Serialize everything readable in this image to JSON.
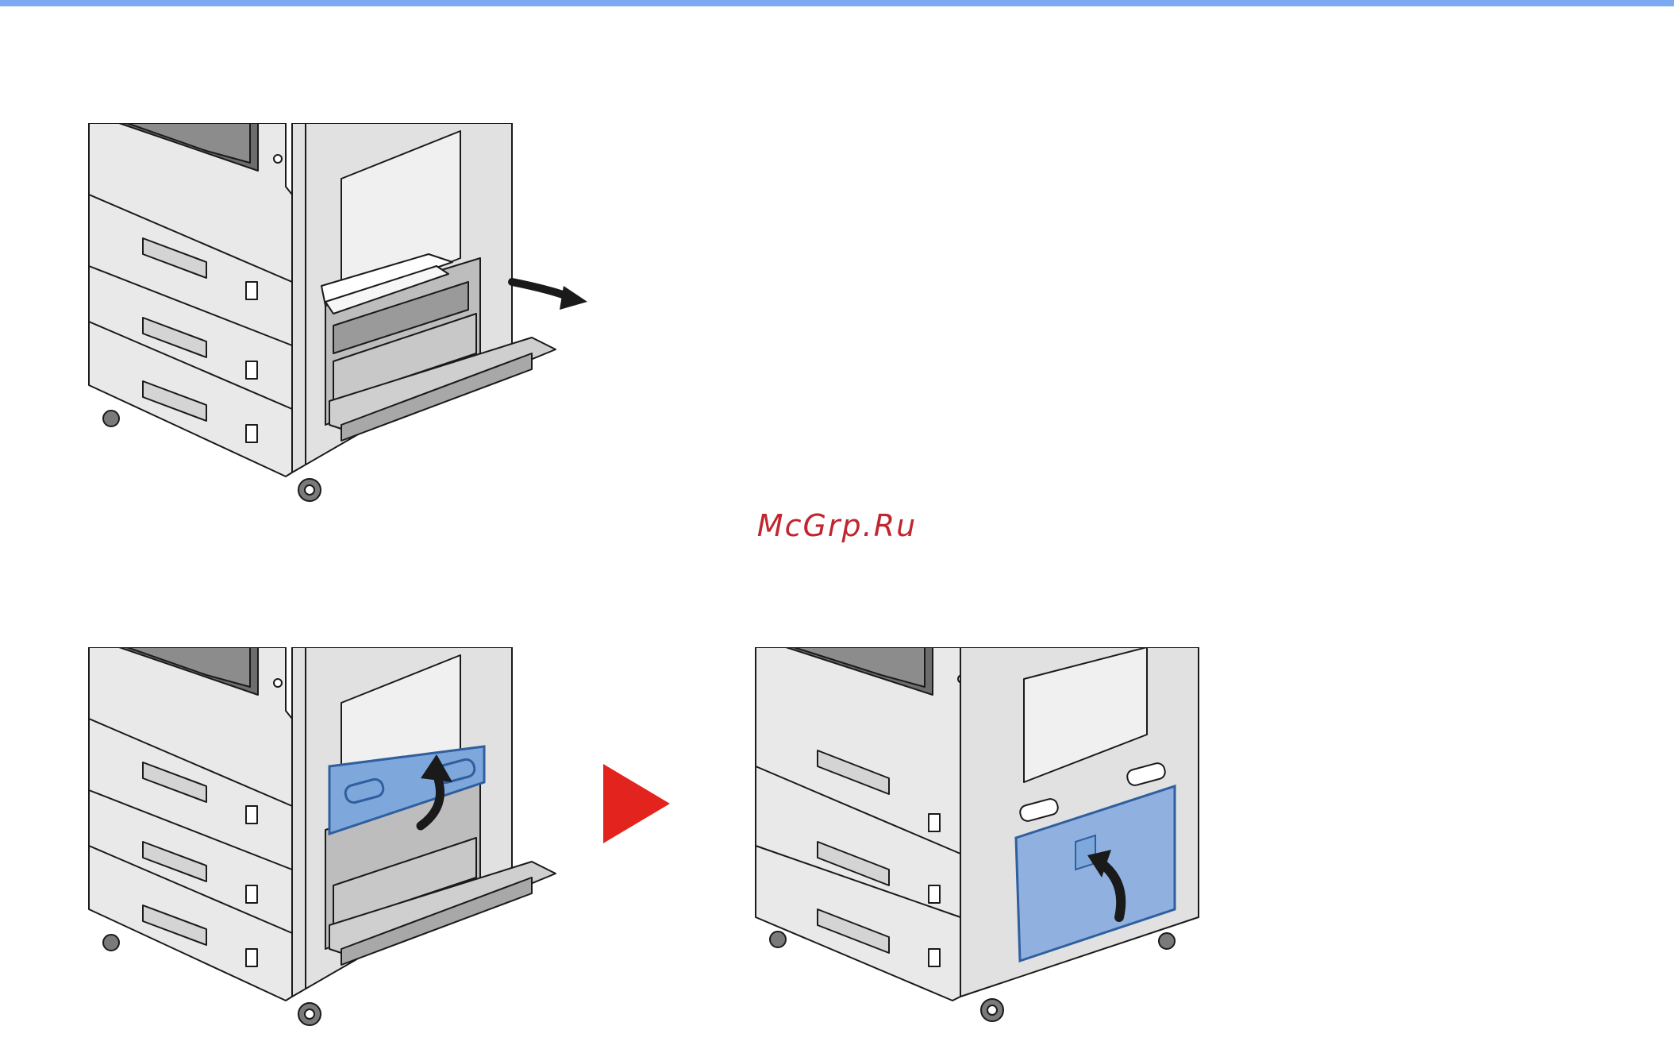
{
  "page": {
    "accent_color": "#7ba9f2",
    "watermark_text": "McGrp.Ru",
    "watermark_color": "#c0262f",
    "next_arrow_color": "#e3231e",
    "highlight_color": "#7ea7dc"
  },
  "figures": [
    {
      "name": "step-remove-jammed-paper",
      "icon": "paper-pull-arrow-icon"
    },
    {
      "name": "step-close-inner-cover",
      "icon": "rotate-up-arrow-icon"
    },
    {
      "name": "step-close-right-cover",
      "icon": "rotate-up-arrow-icon"
    }
  ]
}
